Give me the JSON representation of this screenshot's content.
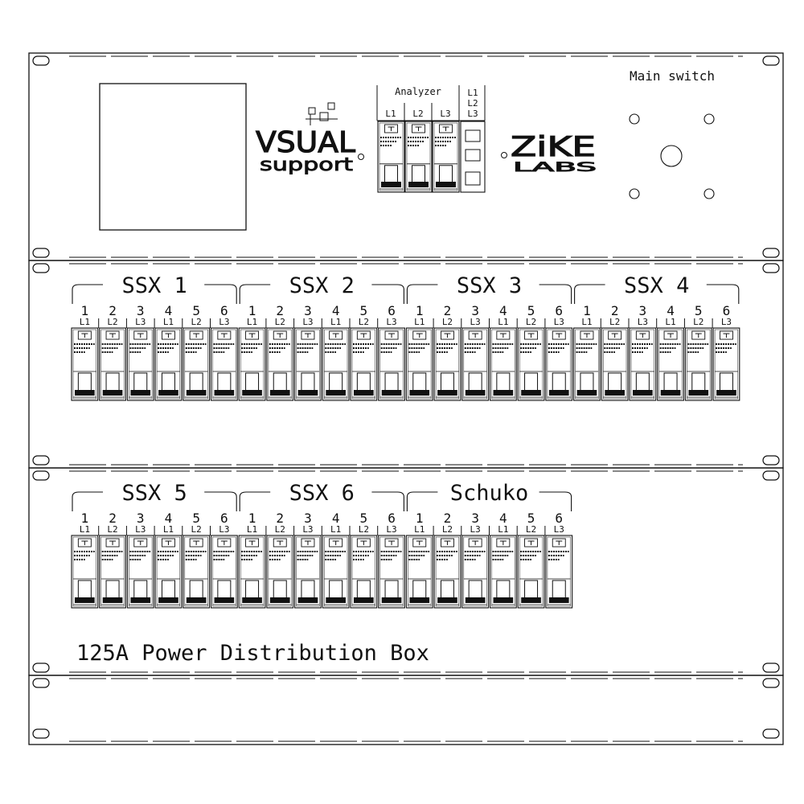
{
  "panel": {
    "main_switch_label": "Main switch",
    "analyzer_label": "Analyzer",
    "analyzer_phases": [
      "L1",
      "L2",
      "L3"
    ],
    "analyzer_side_phases": [
      "L1",
      "L2",
      "L3"
    ],
    "logo_left_top": "VSUAL",
    "logo_left_bottom": "support",
    "logo_right_top": "ZiKE",
    "logo_right_bottom": "LABS"
  },
  "row1_groups": [
    {
      "name": "SSX 1"
    },
    {
      "name": "SSX 2"
    },
    {
      "name": "SSX 3"
    },
    {
      "name": "SSX 4"
    }
  ],
  "row2_groups": [
    {
      "name": "SSX 5"
    },
    {
      "name": "SSX 6"
    },
    {
      "name": "Schuko"
    }
  ],
  "breaker_numbers": [
    "1",
    "2",
    "3",
    "4",
    "5",
    "6"
  ],
  "breaker_phases": [
    "L1",
    "L2",
    "L3",
    "L1",
    "L2",
    "L3"
  ],
  "box_title": "125A Power Distribution Box",
  "colors": {
    "line": "#111111",
    "background": "#ffffff"
  }
}
